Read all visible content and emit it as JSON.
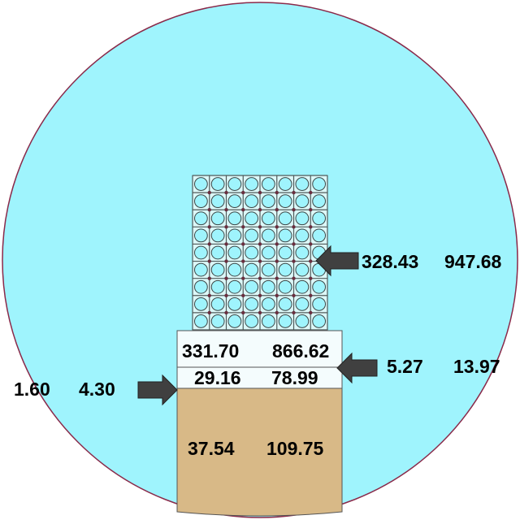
{
  "colors": {
    "water": "#9ff4fd",
    "outline": "#8a2a4a",
    "cell_bg": "#dcf8f8",
    "cell_line": "#505a5a",
    "pin_fill": "#9ff4fd",
    "box_fill": "#f4fcfd",
    "concrete": "#d8b987",
    "arrow": "#404040"
  },
  "labels": {
    "assembly": {
      "a": "328.43",
      "b": "947.68"
    },
    "upper_box": {
      "a": "331.70",
      "b": "866.62"
    },
    "lower_box": {
      "a": "29.16",
      "b": "78.99"
    },
    "base": {
      "a": "37.54",
      "b": "109.75"
    },
    "right_side": {
      "a": "5.27",
      "b": "13.97"
    },
    "left_side": {
      "a": "1.60",
      "b": "4.30"
    }
  },
  "arrows": [
    {
      "id": "arrow-assembly",
      "direction": "left"
    },
    {
      "id": "arrow-upper-box",
      "direction": "left"
    },
    {
      "id": "arrow-lower-box",
      "direction": "right"
    }
  ]
}
